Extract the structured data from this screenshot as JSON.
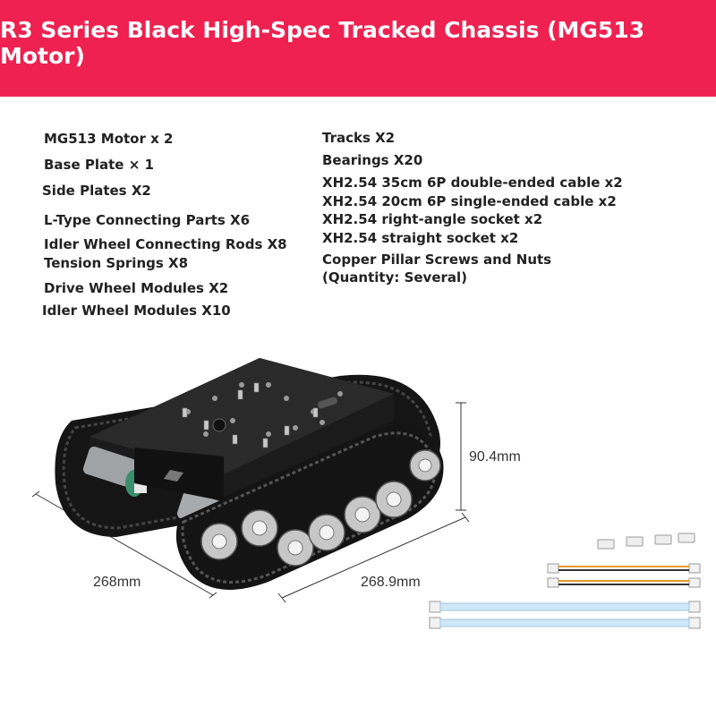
{
  "title": "R3 Series Black High-Spec Tracked Chassis (MG513 Motor)",
  "parts_left": [
    "MG513 Motor x 2",
    "Base Plate × 1",
    "Side Plates X2",
    "L-Type Connecting Parts X6",
    "Idler Wheel Connecting Rods X8",
    "Tension Springs X8",
    "Drive Wheel Modules X2",
    "Idler Wheel Modules X10"
  ],
  "parts_right": [
    "Tracks X2",
    "Bearings X20",
    "XH2.54 35cm 6P double-ended cable x2",
    "XH2.54 20cm 6P single-ended cable x2",
    "XH2.54 right-angle socket x2",
    "XH2.54 straight socket x2",
    "Copper Pillar Screws and Nuts",
    "(Quantity: Several)"
  ],
  "dimensions": {
    "height": "90.4mm",
    "length": "268mm",
    "width": "268.9mm"
  },
  "colors": {
    "banner": "#ee2150",
    "banner_text": "#ffffff"
  }
}
